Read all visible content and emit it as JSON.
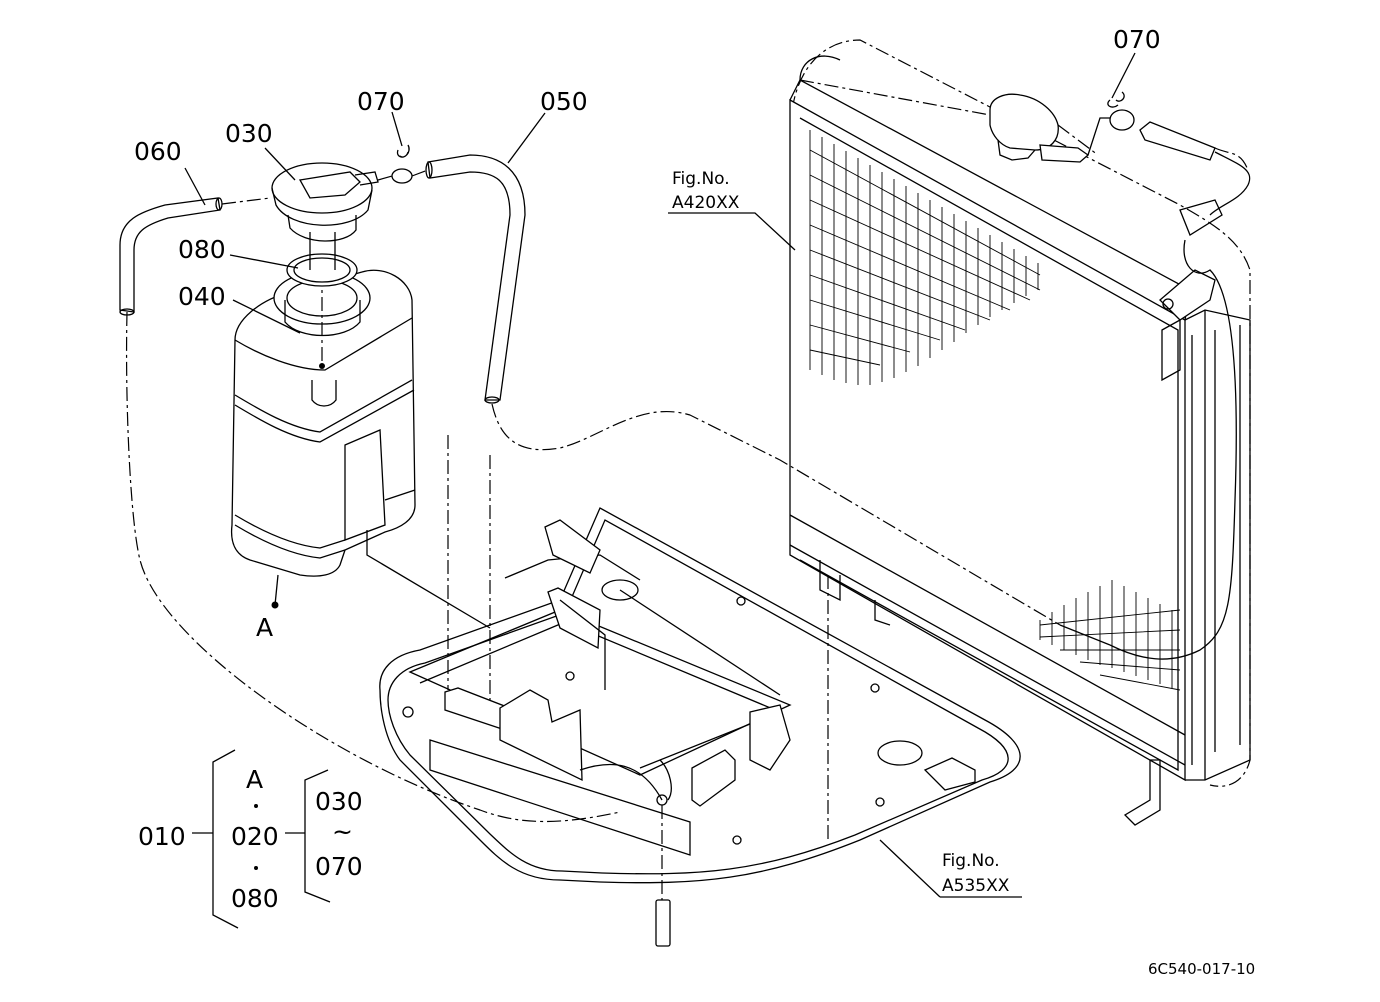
{
  "callouts": {
    "p060": "060",
    "p030": "030",
    "p070_left": "070",
    "p050": "050",
    "p080": "080",
    "p040": "040",
    "p070_right": "070",
    "pA": "A"
  },
  "figure_refs": {
    "radiator": {
      "line1": "Fig.No.",
      "line2": "A420XX"
    },
    "base": {
      "line1": "Fig.No.",
      "line2": "A535XX"
    }
  },
  "assembly": {
    "parent": "010",
    "group1": [
      "A",
      "020",
      "080"
    ],
    "group2_from": "030",
    "group2_tilde": "~",
    "group2_to": "070"
  },
  "drawing_code": "6C540-017-10"
}
